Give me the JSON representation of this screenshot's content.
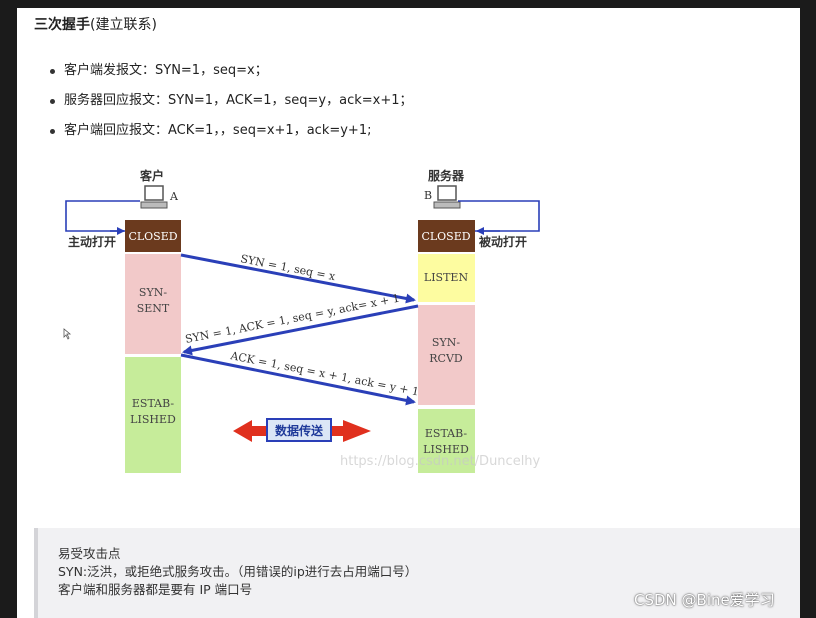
{
  "section_title": {
    "bold": "三次握手",
    "rest": "(建立联系)"
  },
  "bullets": [
    "客户端发报文：SYN=1，seq=x；",
    "服务器回应报文：SYN=1，ACK=1，seq=y，ack=x+1；",
    "客户端回应报文：ACK=1，，seq=x+1，ack=y+1;"
  ],
  "diagram": {
    "client_title": "客户",
    "server_title": "服务器",
    "client_letter": "A",
    "server_letter": "B",
    "client_action": "主动打开",
    "server_action": "被动打开",
    "client_states": {
      "closed": "CLOSED",
      "syn_sent": [
        "SYN-",
        "SENT"
      ],
      "established": [
        "ESTAB-",
        "LISHED"
      ]
    },
    "server_states": {
      "closed": "CLOSED",
      "listen": "LISTEN",
      "syn_rcvd": [
        "SYN-",
        "RCVD"
      ],
      "established": [
        "ESTAB-",
        "LISHED"
      ]
    },
    "messages": [
      "SYN = 1, seq = x",
      "SYN = 1, ACK = 1, seq = y, ack= x + 1",
      "ACK = 1, seq = x + 1, ack = y + 1"
    ],
    "data_transfer": "数据传送",
    "image_watermark": "https://blog.csdn.net/Duncelhy",
    "colors": {
      "closed": "#6b3a1e",
      "syn_sent": "#f2c9c9",
      "established": "#c6ec9a",
      "listen": "#fdfca0",
      "syn_rcvd": "#f2c9c9",
      "arrow": "#2a3fb8",
      "data_arrow": "#e0301e"
    }
  },
  "note": {
    "line1": "易受攻击点",
    "line2": "SYN:泛洪，或拒绝式服务攻击。（用错误的ip进行去占用端口号）",
    "line3": "客户端和服务器都是要有 IP 端口号"
  },
  "watermark": "CSDN @Bine爱学习"
}
